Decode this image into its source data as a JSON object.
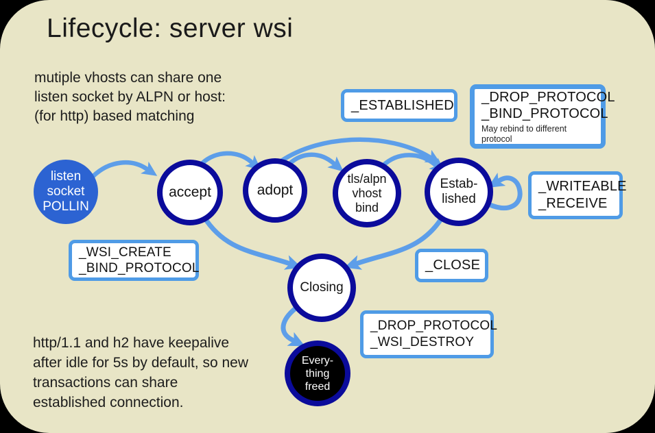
{
  "title": "Lifecycle: server wsi",
  "notes": {
    "top": {
      "line1": "mutiple vhosts can share one",
      "line2": "listen socket by ALPN or host:",
      "line3": "(for http) based matching"
    },
    "bottom": {
      "line1": "http/1.1 and h2 have keepalive",
      "line2": "after idle for 5s by default, so new",
      "line3": "transactions can share",
      "line4": "established connection."
    }
  },
  "nodes": {
    "listen": {
      "lines": [
        "listen",
        "socket",
        "POLLIN"
      ]
    },
    "accept": {
      "label": "accept"
    },
    "adopt": {
      "label": "adopt"
    },
    "tls": {
      "lines": [
        "tls/alpn",
        "vhost",
        "bind"
      ]
    },
    "established": {
      "lines": [
        "Estab-",
        "lished"
      ]
    },
    "closing": {
      "label": "Closing"
    },
    "freed": {
      "lines": [
        "Every-",
        "thing",
        "freed"
      ]
    }
  },
  "callouts": {
    "established": {
      "label": "_ESTABLISHED"
    },
    "drop_bind": {
      "lines": [
        "_DROP_PROTOCOL",
        "_BIND_PROTOCOL"
      ],
      "note": "May rebind to different protocol"
    },
    "writeable": {
      "lines": [
        "_WRITEABLE",
        "_RECEIVE"
      ]
    },
    "wsi_create": {
      "lines": [
        "_WSI_CREATE",
        "_BIND_PROTOCOL"
      ]
    },
    "close": {
      "label": "_CLOSE"
    },
    "drop_destroy": {
      "lines": [
        "_DROP_PROTOCOL",
        "_WSI_DESTROY"
      ]
    }
  },
  "colors": {
    "slide_background": "#e8e5c6",
    "outside": "#000000",
    "node_ring_navy": "#0b0b9b",
    "listen_fill_blue": "#2c63d2",
    "arrow_blue": "#5d9ee9",
    "callout_border_blue": "#4f9be6",
    "freed_fill": "#000000"
  }
}
